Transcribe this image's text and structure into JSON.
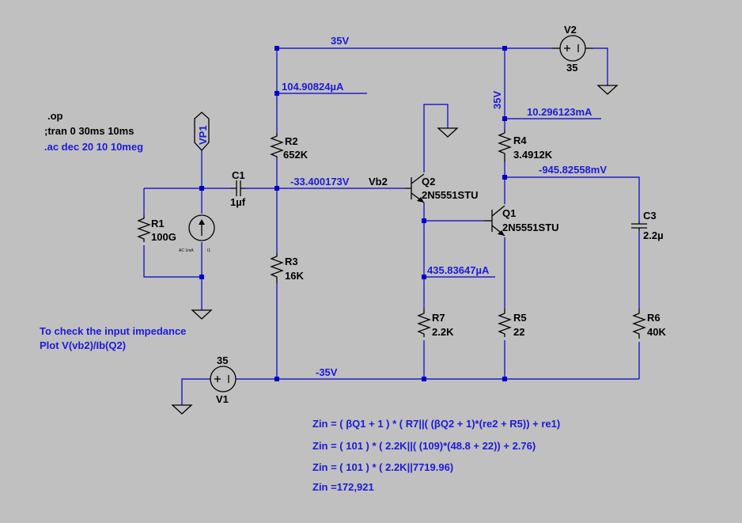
{
  "directives": {
    "op": ".op",
    "tran": ";tran 0 30ms 10ms",
    "ac": ".ac dec 20 10 10meg"
  },
  "components": {
    "V2": {
      "name": "V2",
      "value": "35"
    },
    "V1": {
      "name": "V1",
      "value": "35"
    },
    "R1": {
      "name": "R1",
      "value": "100G"
    },
    "R2": {
      "name": "R2",
      "value": "652K"
    },
    "R3": {
      "name": "R3",
      "value": "16K"
    },
    "R4": {
      "name": "R4",
      "value": "3.4912K"
    },
    "R5": {
      "name": "R5",
      "value": "22"
    },
    "R6": {
      "name": "R6",
      "value": "40K"
    },
    "R7": {
      "name": "R7",
      "value": "2.2K"
    },
    "C1": {
      "name": "C1",
      "value": "1µf"
    },
    "C3": {
      "name": "C3",
      "value": "2.2µ"
    },
    "Q1": {
      "name": "Q1",
      "model": "2N5551STU"
    },
    "Q2": {
      "name": "Q2",
      "model": "2N5551STU"
    },
    "I1": {
      "name": "I1",
      "value": "AC 1mA"
    },
    "VP1": {
      "name": "VP1"
    }
  },
  "net_labels": {
    "top_rail": "35V",
    "right_rail": "35V",
    "bottom_rail": "-35V",
    "vb2": "Vb2"
  },
  "measurements": {
    "r2_current": "104.90824µA",
    "r4_current": "10.296123mA",
    "base_voltage": "-33.400173V",
    "q1_collector_voltage": "-945.82558mV",
    "r7_current": "435.83647µA"
  },
  "notes": {
    "line1": "To check the input impedance",
    "line2": "Plot V(vb2)/Ib(Q2)"
  },
  "equations": [
    "Zin = ( βQ1 + 1 ) * ( R7||( (βQ2 + 1)*(re2 + R5)) + re1)",
    "Zin = ( 101 ) * ( 2.2K||( (109)*(48.8 + 22)) + 2.76)",
    "Zin = ( 101 ) * ( 2.2K||7719.96)",
    "Zin =172,921"
  ],
  "colors": {
    "background": "#c0c0c0",
    "wire": "#0000c8",
    "label_blue": "#1b1bd8",
    "component": "#000000"
  }
}
